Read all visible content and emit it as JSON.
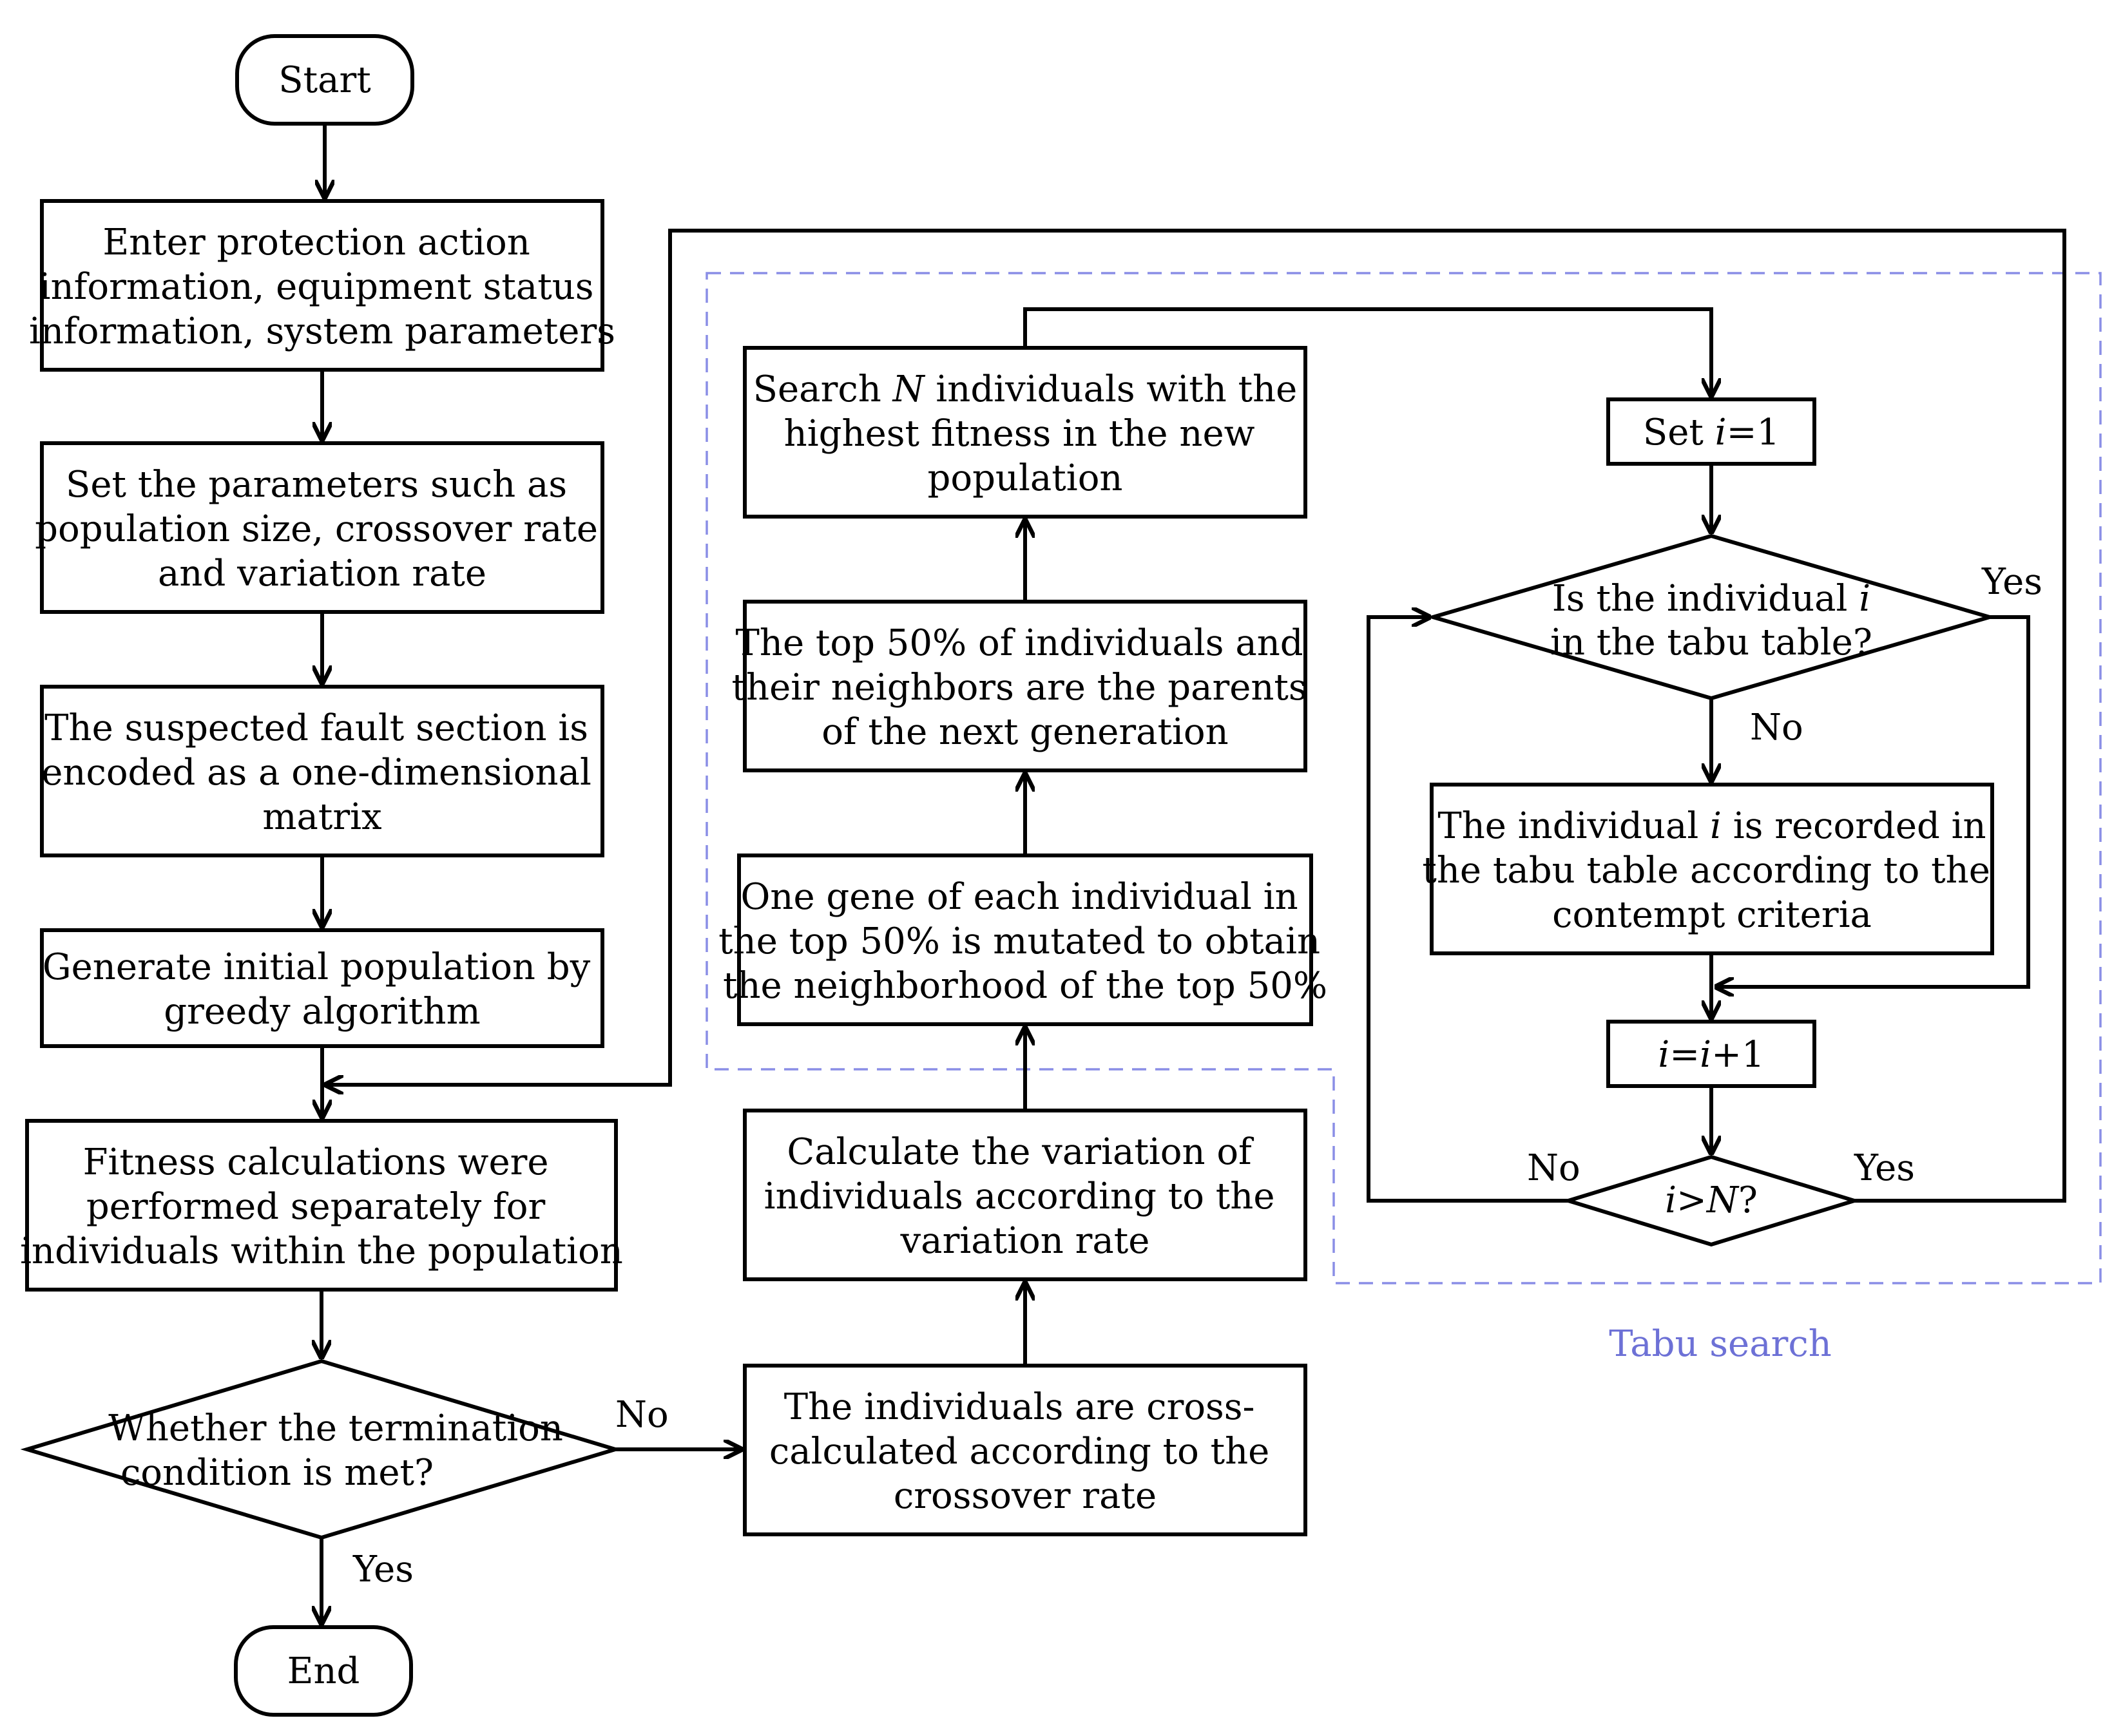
{
  "nodes": {
    "start": "Start",
    "enter_info": [
      "Enter protection action",
      "information, equipment status",
      "information, system parameters"
    ],
    "set_params": [
      "Set the parameters such as",
      "population size, crossover rate",
      "and variation rate"
    ],
    "encode": [
      "The suspected fault section is",
      "encoded as a one-dimensional",
      "matrix"
    ],
    "generate": [
      "Generate initial population by",
      "greedy algorithm"
    ],
    "fitness": [
      "Fitness calculations were",
      "performed separately for",
      "individuals within the population"
    ],
    "termination": [
      "Whether the termination",
      "condition is met?"
    ],
    "end": "End",
    "crossover": [
      "The individuals are cross-",
      "calculated according to the",
      "crossover rate"
    ],
    "variation": [
      "Calculate the variation of",
      "individuals according to the",
      "variation rate"
    ],
    "mutate": [
      "One gene of each individual in",
      "the top 50% is mutated to obtain",
      "the neighborhood of the top 50%"
    ],
    "parents": [
      "The top 50% of individuals and",
      "their neighbors are the parents",
      "of the next generation"
    ],
    "search_prefix": "Search ",
    "search_var": "N",
    "search_rest": " individuals with the",
    "search_lines": [
      "highest fitness in the new",
      "population"
    ],
    "set_i_prefix": "Set ",
    "set_i_var": "i",
    "set_i_rest": "=1",
    "tabu_q_a": "Is the  individual ",
    "tabu_q_var": "i",
    "tabu_q_b": "in the tabu table?",
    "record_a": "The individual ",
    "record_var": "i",
    "record_b": " is recorded in",
    "record_lines": [
      "the tabu table according to the",
      "contempt criteria"
    ],
    "inc_var1": "i",
    "inc_eq": "=",
    "inc_var2": "i",
    "inc_rest": "+1",
    "cmp_var1": "i",
    "cmp_gt": ">",
    "cmp_var2": "N",
    "cmp_q": "?"
  },
  "labels": {
    "no_main": "No",
    "yes_main": "Yes",
    "yes_tabu": "Yes",
    "no_tabu": "No",
    "no_cmp": "No",
    "yes_cmp": "Yes"
  },
  "region": {
    "tabu_label": "Tabu search",
    "tabu_color": "#6d71d6"
  }
}
